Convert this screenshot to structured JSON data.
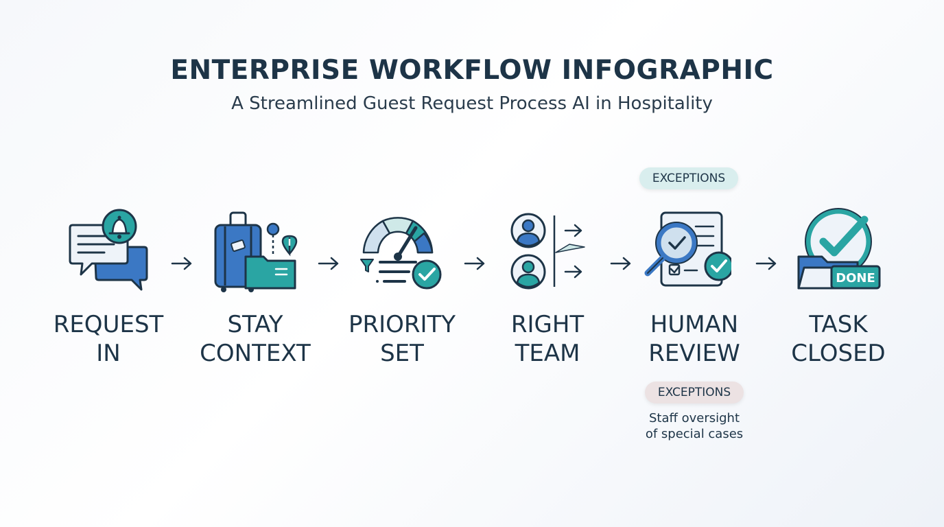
{
  "header": {
    "title": "ENTERPRISE WORKFLOW  INFOGRAPHIC",
    "subtitle": "A Streamlined Guest Request Process AI in Hospitality"
  },
  "steps": [
    {
      "line1": "REQUEST",
      "line2": "IN",
      "icon": "chat-bubbles-bell-icon"
    },
    {
      "line1": "STAY",
      "line2": "CONTEXT",
      "icon": "luggage-folder-icon"
    },
    {
      "line1": "PRIORITY",
      "line2": "SET",
      "icon": "gauge-check-icon"
    },
    {
      "line1": "RIGHT",
      "line2": "TEAM",
      "icon": "team-routing-icon"
    },
    {
      "line1": "HUMAN",
      "line2": "REVIEW",
      "icon": "magnifier-document-icon"
    },
    {
      "line1": "TASK",
      "line2": "CLOSED",
      "icon": "done-folder-check-icon"
    }
  ],
  "exceptions_top": "EXCEPTIONS",
  "exceptions_bottom": "EXCEPTIONS",
  "exceptions_note": {
    "line1": "Staff oversight",
    "line2": "of special cases"
  },
  "done_badge": "DONE",
  "colors": {
    "navy": "#1d3447",
    "blue": "#3b78c4",
    "teal": "#2aa5a3",
    "light_blue": "#cfe0ee",
    "light_teal": "#cfe9e8"
  }
}
